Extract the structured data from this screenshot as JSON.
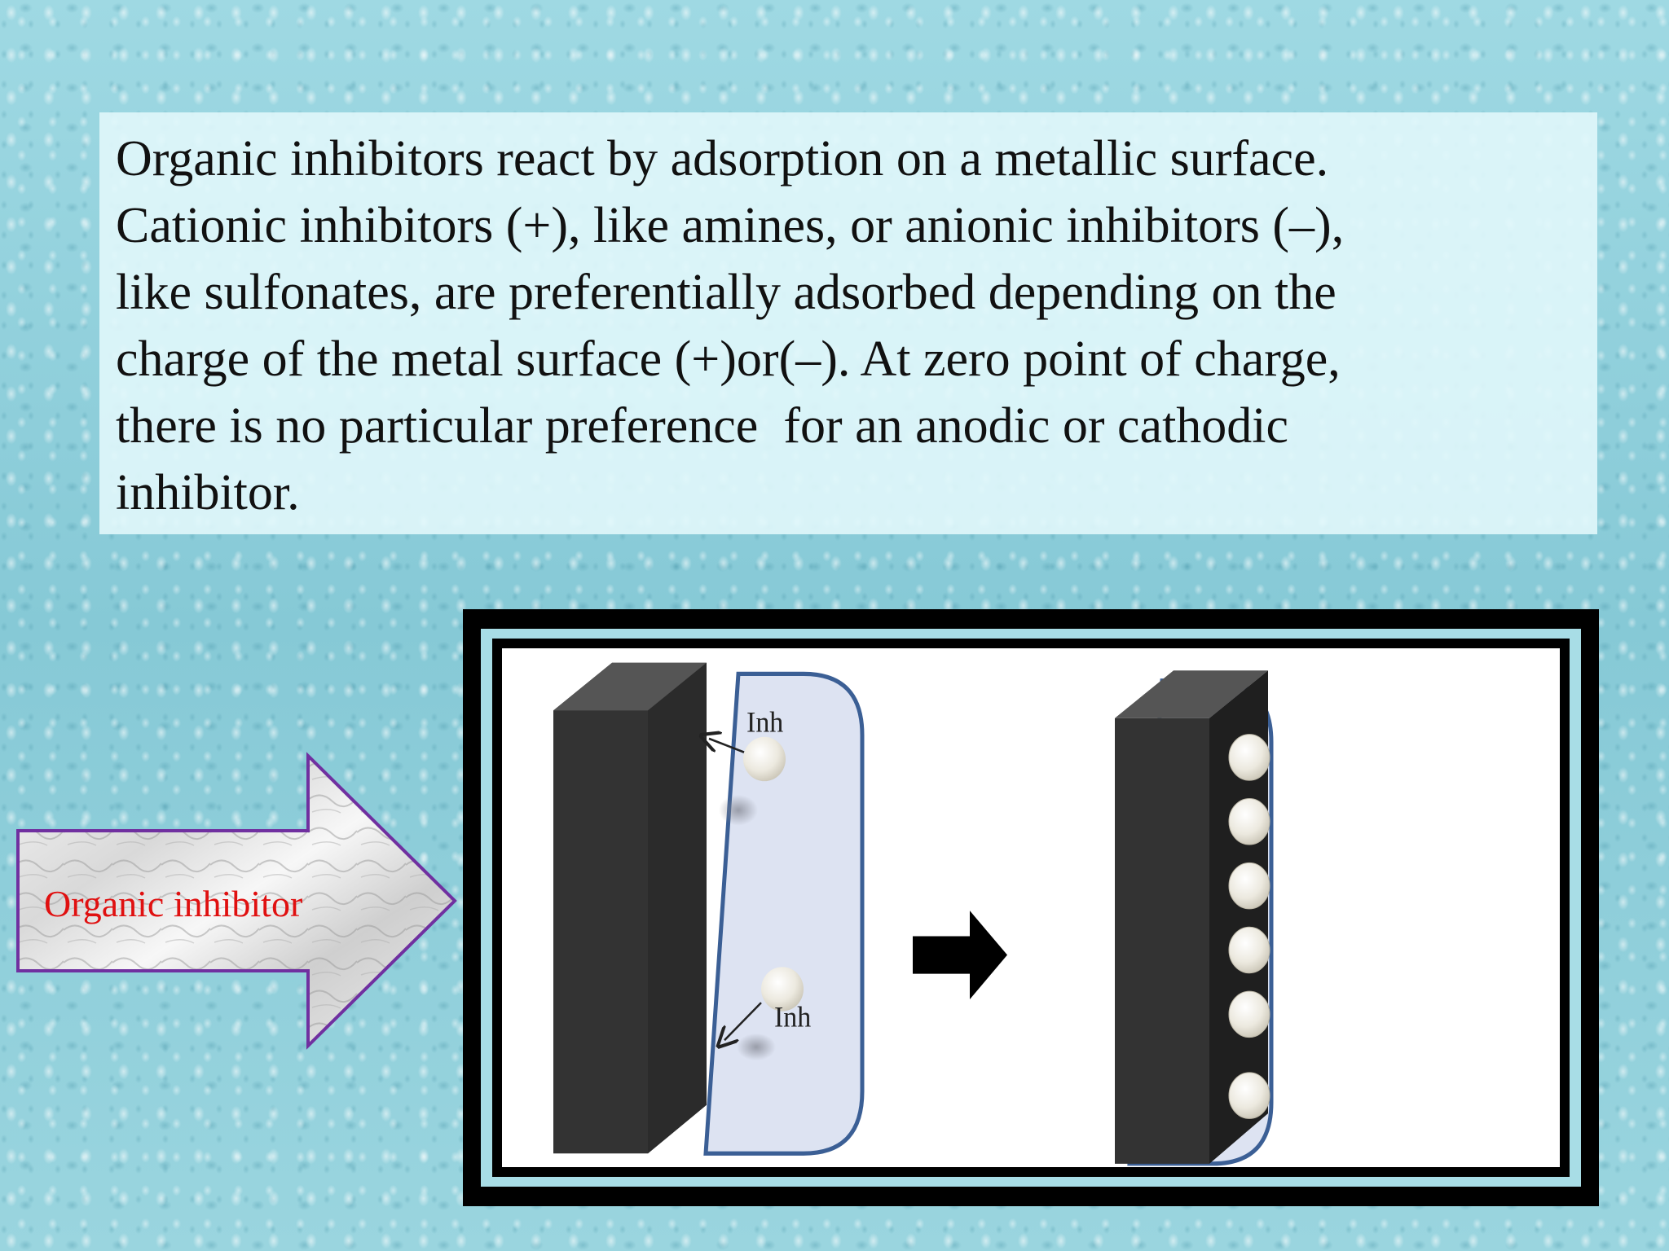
{
  "paragraph": {
    "lines": [
      "Organic inhibitors react by adsorption on a metallic surface.",
      "Cationic inhibitors (+), like amines, or anionic inhibitors (–),",
      "like sulfonates, are preferentially adsorbed depending on the",
      "charge of the metal surface (+)or(–). At zero point of charge,",
      "there is no particular preference  for an anodic or cathodic",
      "inhibitor."
    ]
  },
  "arrow_callout": {
    "label": "Organic inhibitor",
    "label_color": "#e01010",
    "outline_color": "#7030a0"
  },
  "diagram": {
    "before": {
      "labels": [
        "Inh",
        "Inh"
      ]
    },
    "after": {
      "adsorbed_count": 6
    },
    "metal_color": "#333333",
    "solution_color": "#dde3f2",
    "border_color": "#3b5f95"
  }
}
